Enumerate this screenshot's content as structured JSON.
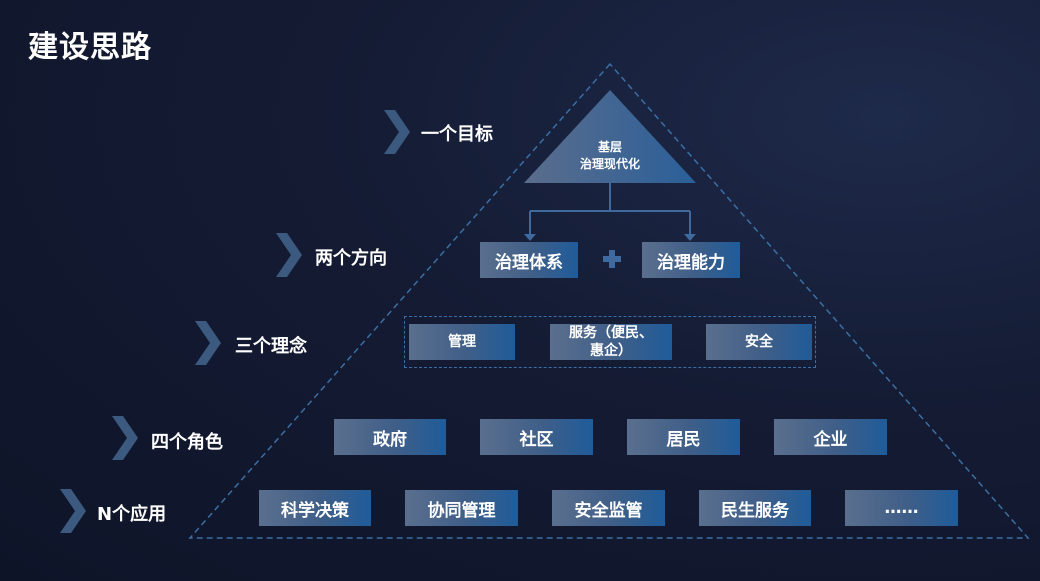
{
  "page": {
    "title": "建设思路"
  },
  "pyramid": {
    "apex": {
      "line1": "基层",
      "line2": "治理现代化"
    },
    "levels": [
      {
        "label": "一个目标"
      },
      {
        "label": "两个方向",
        "items": [
          "治理体系",
          "治理能力"
        ]
      },
      {
        "label": "三个理念",
        "items": [
          "管理",
          "服务（便民、",
          "惠企）",
          "安全"
        ]
      },
      {
        "label": "四个角色",
        "items": [
          "政府",
          "社区",
          "居民",
          "企业"
        ]
      },
      {
        "label": "N个应用",
        "items": [
          "科学决策",
          "协同管理",
          "安全监管",
          "民生服务",
          "……"
        ]
      }
    ]
  },
  "colors": {
    "background": "#141b33",
    "box_start": "#5a6f8e",
    "box_end": "#1f5c9a",
    "dashed_line": "#3b6fa4",
    "connector": "#3f6aa0"
  },
  "icons": {
    "level_marker": "chevron-right-icon",
    "combine": "plus-icon"
  }
}
